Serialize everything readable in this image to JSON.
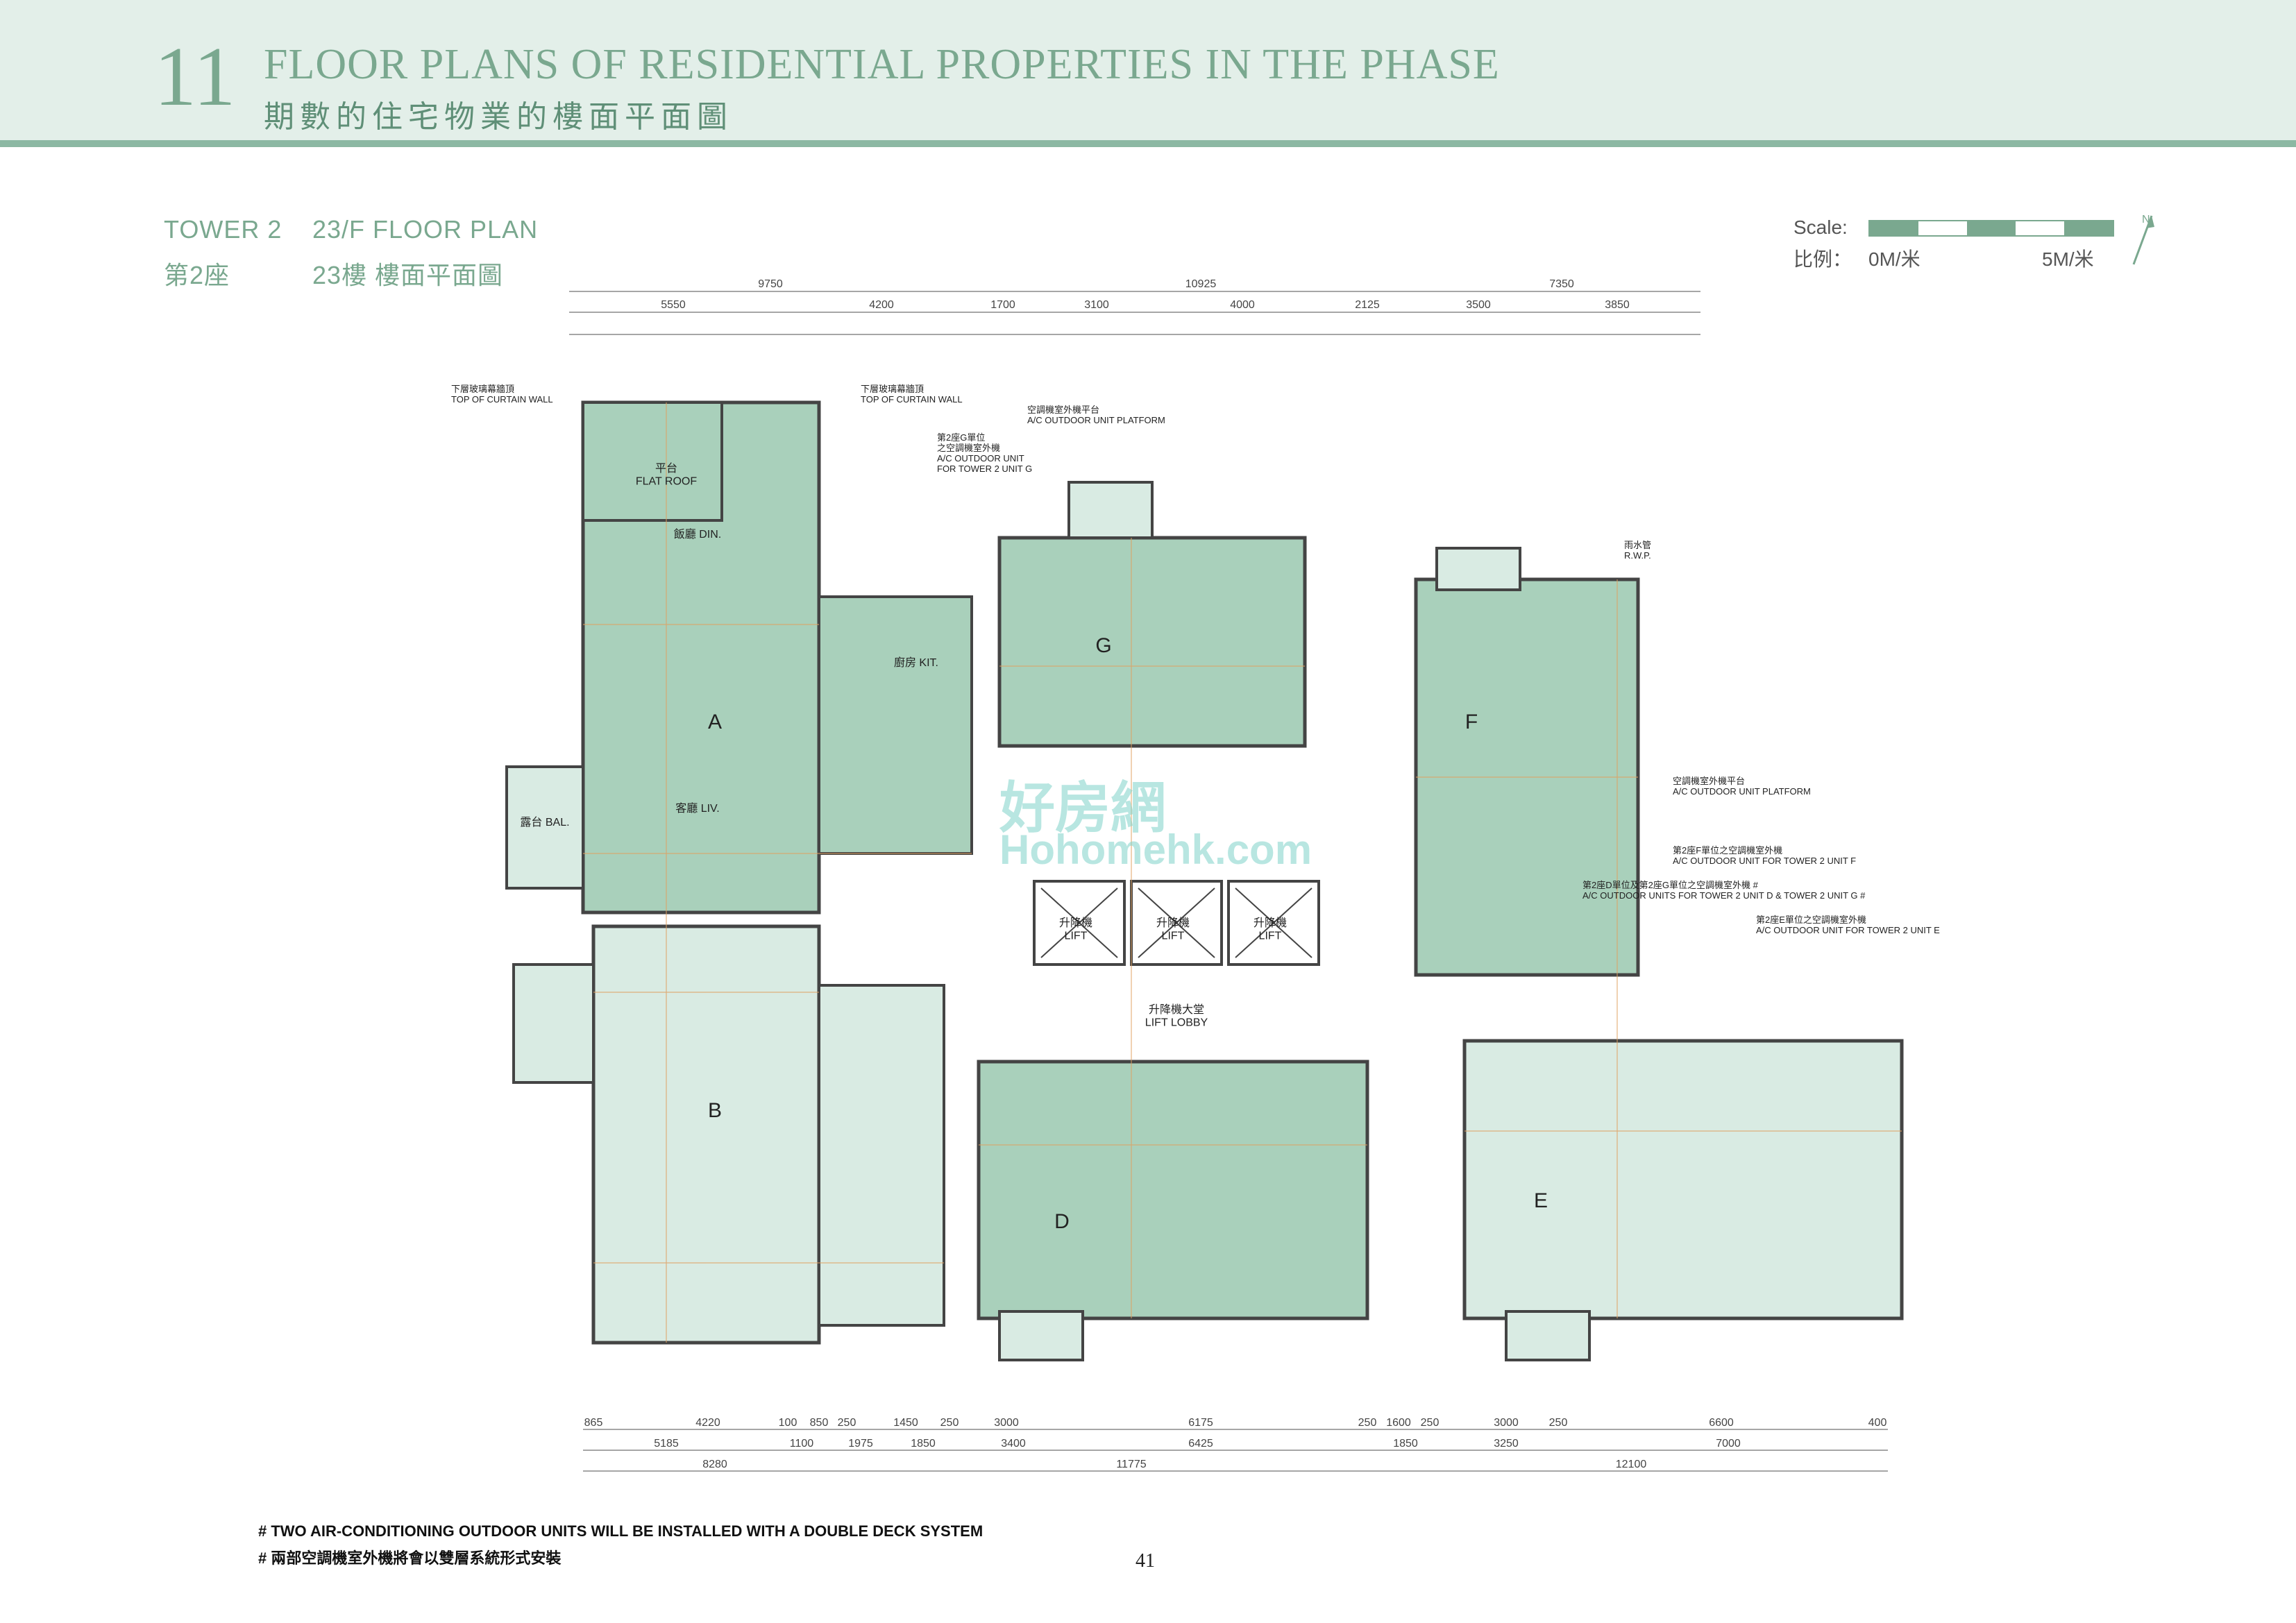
{
  "header": {
    "section_number": "11",
    "title_en": "FLOOR PLANS OF RESIDENTIAL PROPERTIES IN THE PHASE",
    "title_zh": "期數的住宅物業的樓面平面圖"
  },
  "subtitle": {
    "tower_en": "TOWER 2",
    "plan_en": "23/F FLOOR PLAN",
    "tower_zh": "第2座",
    "plan_zh": "23樓 樓面平面圖"
  },
  "scale": {
    "label_en": "Scale:",
    "label_zh": "比例：",
    "start": "0M/米",
    "end": "5M/米",
    "color": "#7aa88f"
  },
  "north_label": "N",
  "units": {
    "A": "A",
    "B": "B",
    "D": "D",
    "E": "E",
    "F": "F",
    "G": "G"
  },
  "rooms": {
    "flat_roof": "平台\nFLAT ROOF",
    "lift": "升降機\nLIFT",
    "lift_lobby": "升降機大堂\nLIFT LOBBY",
    "liv": "客廳 LIV.",
    "din": "飯廳 DIN.",
    "kit": "廚房 KIT.",
    "bal": "露台 BAL."
  },
  "annotations": {
    "curtain_wall_left": "下層玻璃幕牆頂\nTOP OF CURTAIN WALL",
    "curtain_wall_right": "下層玻璃幕牆頂\nTOP OF CURTAIN WALL",
    "ac_platform": "空調機室外機平台\nA/C OUTDOOR UNIT PLATFORM",
    "ac_unit_g": "第2座G單位\n之空調機室外機\nA/C OUTDOOR UNIT\nFOR TOWER 2 UNIT G",
    "rwp": "雨水管\nR.W.P.",
    "ac_platform_f": "空調機室外機平台\nA/C OUTDOOR UNIT PLATFORM",
    "ac_unit_f": "第2座F單位之空調機室外機\nA/C OUTDOOR UNIT FOR TOWER 2 UNIT F",
    "ac_unit_dg": "第2座D單位及第2座G單位之空調機室外機 #\nA/C OUTDOOR UNITS FOR TOWER 2 UNIT D & TOWER 2 UNIT G #",
    "ac_unit_e": "第2座E單位之空調機室外機\nA/C OUTDOOR UNIT FOR TOWER 2 UNIT E"
  },
  "dimensions": {
    "top_row1": [
      "9750",
      "10925",
      "7350"
    ],
    "top_row2": [
      "5550",
      "4200",
      "1700",
      "3100",
      "4000",
      "2125",
      "3500",
      "3850"
    ],
    "bottom_row1": [
      "865",
      "4220",
      "100",
      "850",
      "250",
      "1450",
      "250",
      "3000",
      "6175",
      "250",
      "1600",
      "250",
      "3000",
      "250",
      "6600",
      "400"
    ],
    "bottom_row2": [
      "5185",
      "1100",
      "1975",
      "1850",
      "3400",
      "6425",
      "1850",
      "3250",
      "7000"
    ],
    "bottom_row3": [
      "8280",
      "11775",
      "12100"
    ]
  },
  "notes": {
    "en": "# TWO AIR-CONDITIONING OUTDOOR UNITS WILL BE INSTALLED WITH A DOUBLE DECK SYSTEM",
    "zh": "# 兩部空調機室外機將會以雙層系統形式安裝"
  },
  "watermark": {
    "zh": "好房網",
    "en": "Hohomehk.com"
  },
  "page_number": "41",
  "colors": {
    "header_bg": "#e3efe9",
    "accent": "#7aa88f",
    "unit_fill": "#a9d0bb",
    "unit_fill_light": "#d9ebe3"
  }
}
